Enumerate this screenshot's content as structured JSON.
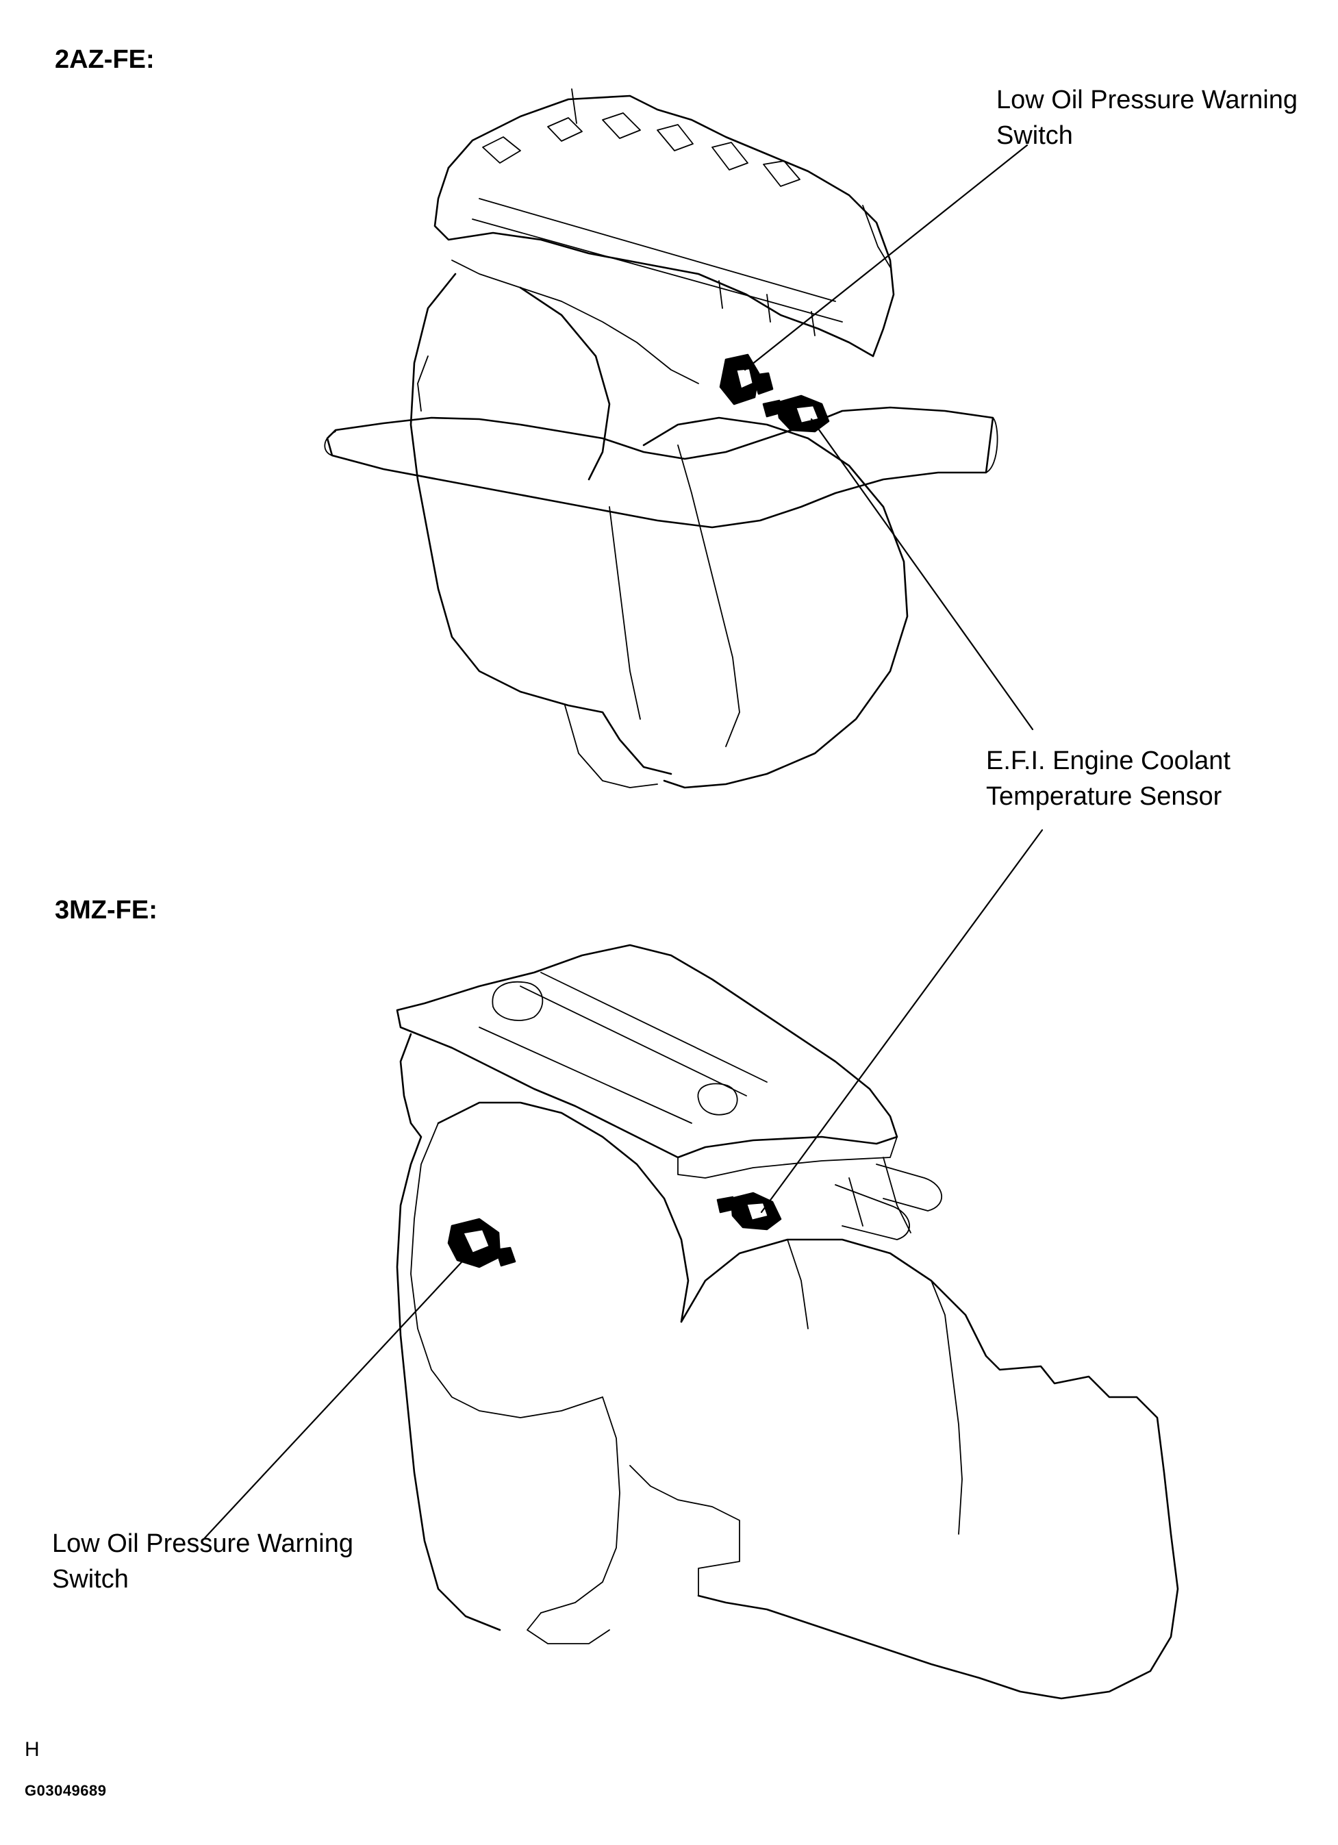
{
  "sections": [
    {
      "heading": "2AZ-FE:"
    },
    {
      "heading": "3MZ-FE:"
    }
  ],
  "callouts": {
    "oil_switch_2az": {
      "line1": "Low Oil Pressure Warning",
      "line2": "Switch"
    },
    "coolant_sensor": {
      "line1": "E.F.I. Engine Coolant",
      "line2": "Temperature Sensor"
    },
    "oil_switch_3mz": {
      "line1": "Low Oil Pressure Warning",
      "line2": "Switch"
    }
  },
  "footer": {
    "letter": "H",
    "figure_code": "G03049689"
  }
}
